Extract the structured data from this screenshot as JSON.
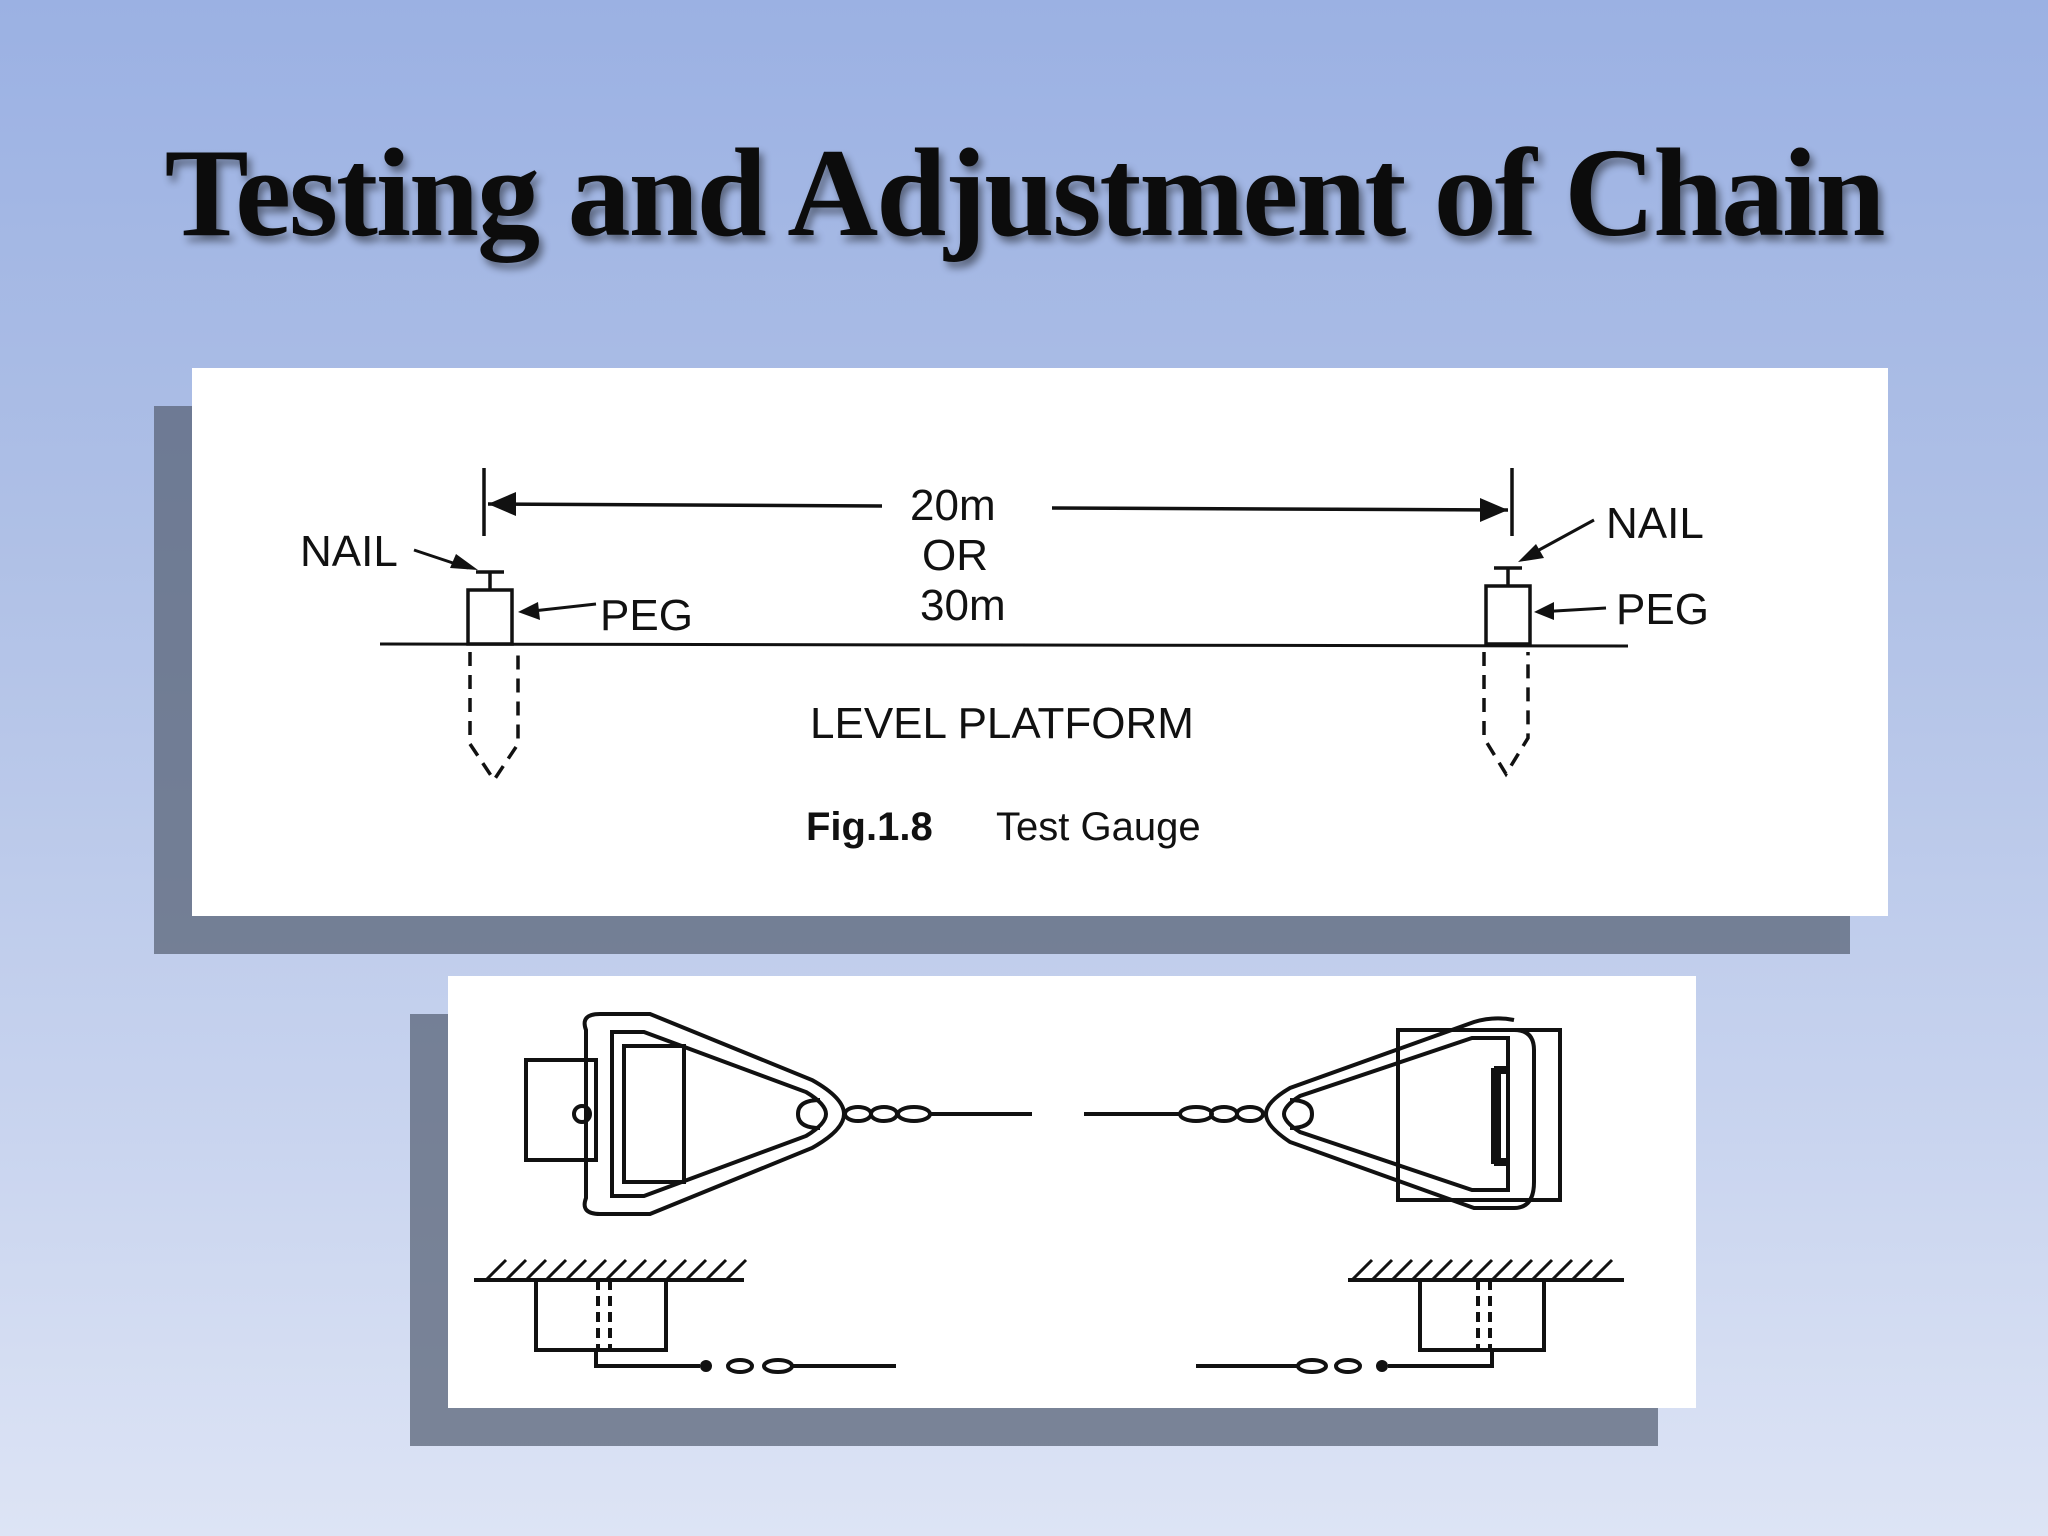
{
  "slide": {
    "title": "Testing and Adjustment of Chain"
  },
  "test_gauge": {
    "nail_left": "NAIL",
    "nail_right": "NAIL",
    "peg_left": "PEG",
    "peg_right": "PEG",
    "distance_line1": "20m",
    "distance_line2": "OR",
    "distance_line3": "30m",
    "platform_label": "LEVEL PLATFORM",
    "caption_number": "Fig.1.8",
    "caption_text": "Test Gauge"
  },
  "colors": {
    "background_top": "#9bb1e3",
    "background_bottom": "#dde4f5",
    "ink": "#111111"
  }
}
